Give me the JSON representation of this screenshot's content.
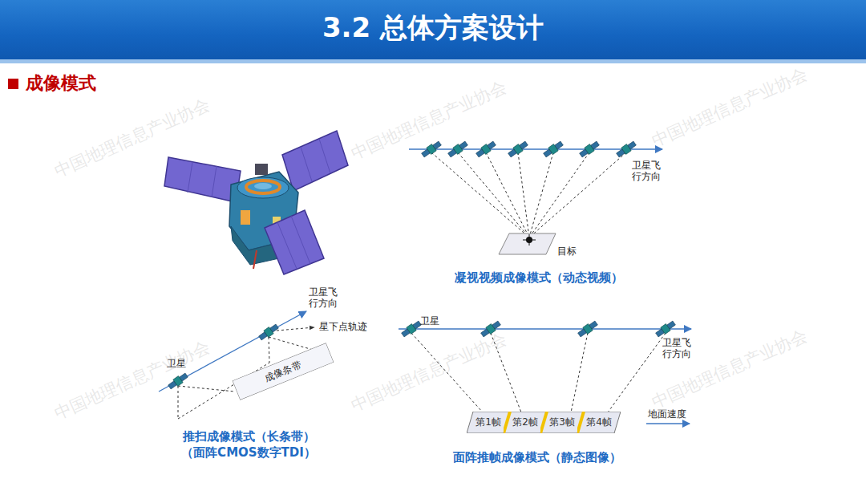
{
  "diagram": {
    "title": "3.2 总体方案设计",
    "nodes": [
      {
        "text": [
          "成像条带"
        ]
      },
      {
        "text": [
          "第1帧"
        ]
      },
      {
        "text": [
          "第2帧"
        ]
      },
      {
        "text": [
          "第3帧"
        ]
      },
      {
        "text": [
          "第4帧"
        ]
      }
    ],
    "labels": [
      "成像模式",
      "卫星飞 行方向",
      "目标",
      "凝视视频成像模式（动态视频）",
      "卫星飞 行方向",
      "星下点轨迹",
      "卫星",
      "推扫成像模式（长条带）",
      "（面阵CMOS数字TDI）",
      "卫星",
      "卫星飞 行方向",
      "地面速度",
      "面阵推帧成像模式（静态图像）",
      "中国地理信息产业协会",
      "中国地理信息产业协会",
      "中国地理信息产业协会",
      "中国地理信息产业协会",
      "中国地理信息产业协会",
      "中国地理信息产业协会"
    ]
  }
}
